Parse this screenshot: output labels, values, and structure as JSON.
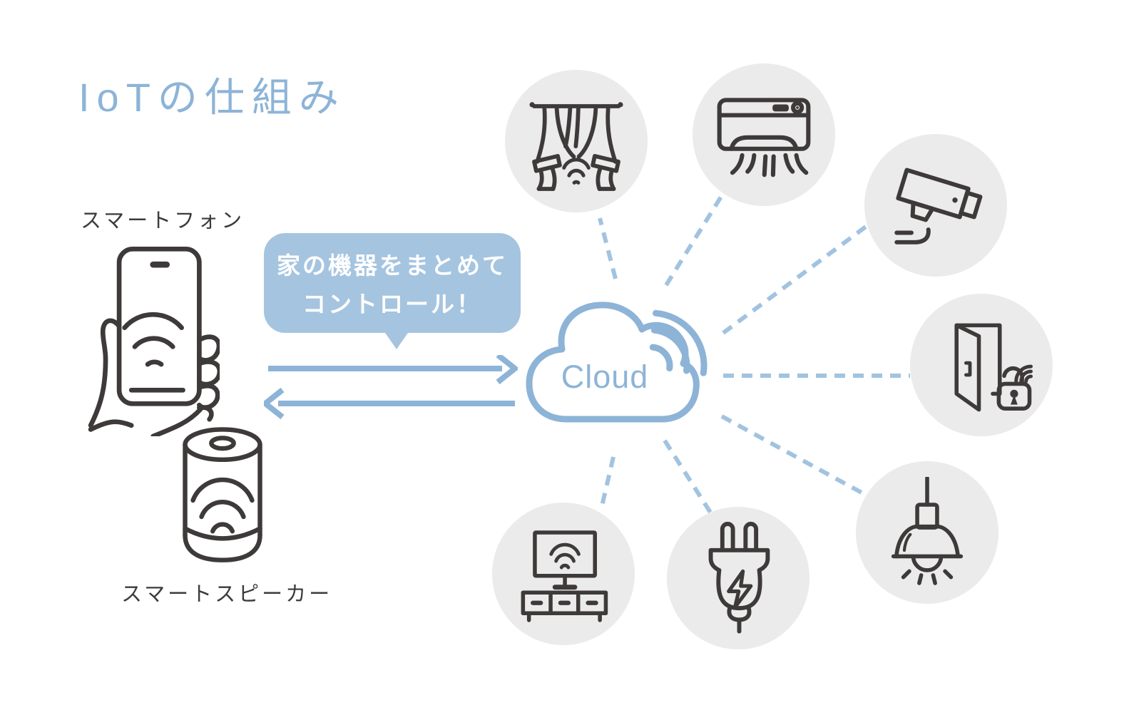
{
  "title": "IoTの仕組み",
  "labels": {
    "smartphone": "スマートフォン",
    "smart_speaker": "スマートスピーカー"
  },
  "bubble": {
    "line1": "家の機器をまとめて",
    "line2": "コントロール！"
  },
  "cloud": {
    "label": "Cloud"
  },
  "devices": [
    {
      "id": "curtain",
      "icon": "smart-curtain-icon"
    },
    {
      "id": "aircon",
      "icon": "air-conditioner-icon"
    },
    {
      "id": "camera",
      "icon": "security-camera-icon"
    },
    {
      "id": "doorlock",
      "icon": "smart-door-lock-icon"
    },
    {
      "id": "light",
      "icon": "pendant-light-icon"
    },
    {
      "id": "plug",
      "icon": "smart-plug-icon"
    },
    {
      "id": "tv",
      "icon": "smart-tv-icon"
    }
  ],
  "colors": {
    "accent_blue": "#8db4d7",
    "bubble_blue": "#a5c4df",
    "dash_blue": "#a2c3e0",
    "icon_dark": "#3e3a39",
    "circle_gray": "#ebebec",
    "text_dark": "#3e3a39"
  }
}
